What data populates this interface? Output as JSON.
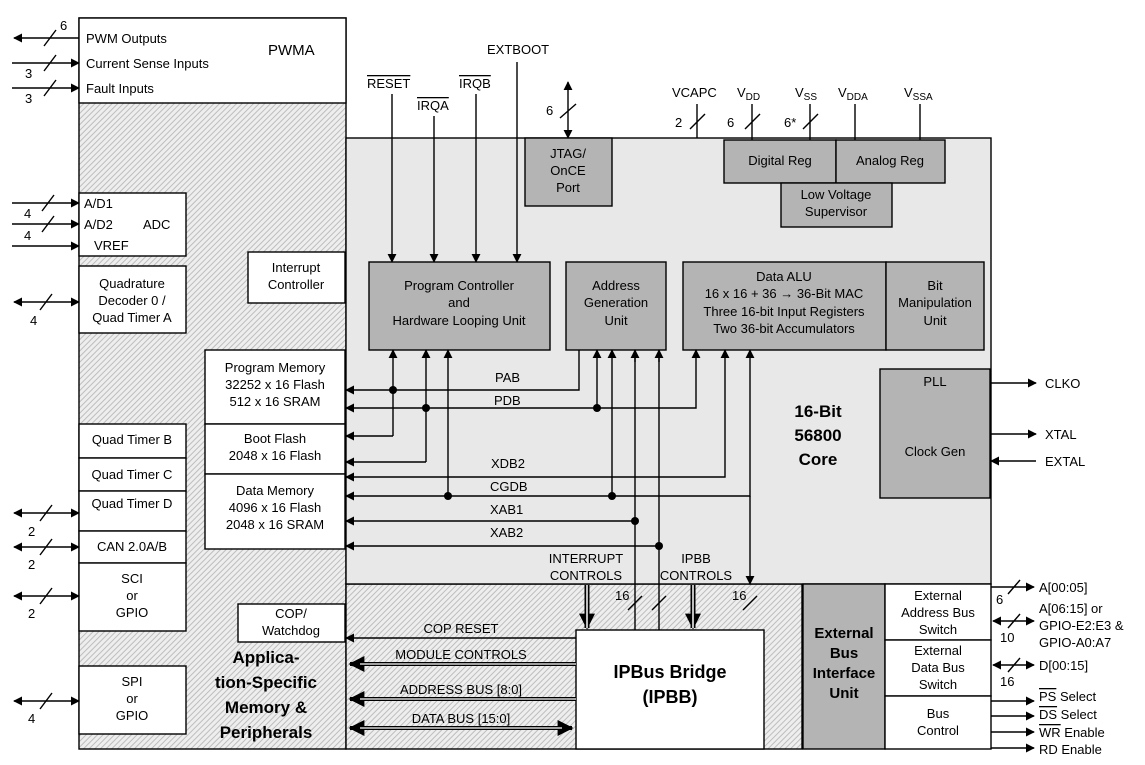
{
  "colors": {
    "core_bg": "#e8e8e8",
    "block_gray": "#b4b4b4",
    "white": "#ffffff",
    "ext_bus_gray": "#b4b4b4",
    "hatch": "#c6c6c6",
    "line": "#000000"
  },
  "pwma": {
    "title": "PWMA",
    "outputs": "PWM Outputs",
    "current_sense": "Current Sense Inputs",
    "fault": "Fault Inputs",
    "n_outputs": "6",
    "n_current": "3",
    "n_fault": "3"
  },
  "adc": {
    "title": "ADC",
    "ad1": "A/D1",
    "ad2": "A/D2",
    "vref": "VREF",
    "n_ad1": "4",
    "n_ad2": "4"
  },
  "quad_dec": {
    "line1": "Quadrature",
    "line2": "Decoder 0 /",
    "line3": "Quad Timer A",
    "n": "4"
  },
  "interrupt_ctrl": {
    "line1": "Interrupt",
    "line2": "Controller"
  },
  "prog_mem": {
    "line1": "Program Memory",
    "line2": "32252 x 16 Flash",
    "line3": "512 x 16 SRAM"
  },
  "boot_flash": {
    "line1": "Boot Flash",
    "line2": "2048 x 16 Flash"
  },
  "data_mem": {
    "line1": "Data Memory",
    "line2": "4096 x 16 Flash",
    "line3": "2048 x 16 SRAM"
  },
  "quad_b": "Quad Timer B",
  "quad_c": "Quad Timer C",
  "quad_d": {
    "label": "Quad Timer D",
    "n": "2"
  },
  "can": {
    "label": "CAN 2.0A/B",
    "n": "2"
  },
  "sci": {
    "line1": "SCI",
    "line2": "or",
    "line3": "GPIO",
    "n": "2"
  },
  "spi": {
    "line1": "SPI",
    "line2": "or",
    "line3": "GPIO",
    "n": "4"
  },
  "cop": {
    "line1": "COP/",
    "line2": "Watchdog"
  },
  "app_specific": {
    "line1": "Applica-",
    "line2": "tion-Specific",
    "line3": "Memory &",
    "line4": "Peripherals"
  },
  "top_signals": {
    "reset": "RESET",
    "irqa": "IRQA",
    "irqb": "IRQB",
    "extboot": "EXTBOOT",
    "jtag_n": "6"
  },
  "jtag": {
    "line1": "JTAG/",
    "line2": "OnCE",
    "line3": "Port"
  },
  "power": {
    "vcapc": "VCAPC",
    "vcapc_n": "2",
    "vdd": "V",
    "vdd_sub": "DD",
    "vdd_n": "6",
    "vss": "V",
    "vss_sub": "SS",
    "vss_n": "6*",
    "vdda": "V",
    "vdda_sub": "DDA",
    "vssa": "V",
    "vssa_sub": "SSA"
  },
  "digital_reg": "Digital Reg",
  "analog_reg": "Analog Reg",
  "lvs": {
    "line1": "Low Voltage",
    "line2": "Supervisor"
  },
  "prog_ctrl": {
    "line1": "Program Controller",
    "line2": "and",
    "line3": "Hardware Looping Unit"
  },
  "agu": {
    "line1": "Address",
    "line2": "Generation",
    "line3": "Unit"
  },
  "alu": {
    "line1": "Data ALU",
    "line2": "16 x 16 + 36 → 36-Bit MAC",
    "line3": "Three 16-bit Input Registers",
    "line4": "Two 36-bit Accumulators"
  },
  "bmu": {
    "line1": "Bit",
    "line2": "Manipulation",
    "line3": "Unit"
  },
  "core": {
    "line1": "16-Bit",
    "line2": "56800",
    "line3": "Core"
  },
  "pll": {
    "title": "PLL",
    "label": "Clock Gen",
    "clko": "CLKO",
    "xtal": "XTAL",
    "extal": "EXTAL"
  },
  "buses": {
    "pab": "PAB",
    "pdb": "PDB",
    "xdb2": "XDB2",
    "cgdb": "CGDB",
    "xab1": "XAB1",
    "xab2": "XAB2"
  },
  "ipbb_ctrl": {
    "int1": "INTERRUPT",
    "int2": "CONTROLS",
    "ipbb1": "IPBB",
    "ipbb2": "CONTROLS",
    "n1": "16",
    "n2": "16"
  },
  "ipbus": {
    "line1": "IPBus Bridge",
    "line2": "(IPBB)"
  },
  "periph_signals": {
    "cop_reset": "COP RESET",
    "module_controls": "MODULE CONTROLS",
    "address_bus": "ADDRESS BUS [8:0]",
    "data_bus": "DATA BUS [15:0]"
  },
  "ebiu": {
    "line1": "External",
    "line2": "Bus",
    "line3": "Interface",
    "line4": "Unit"
  },
  "ext_addr_sw": {
    "line1": "External",
    "line2": "Address Bus",
    "line3": "Switch"
  },
  "ext_data_sw": {
    "line1": "External",
    "line2": "Data Bus",
    "line3": "Switch"
  },
  "bus_ctrl": {
    "line1": "Bus",
    "line2": "Control"
  },
  "ext_pins": {
    "a0005": "A[00:05]",
    "a0005_n": "6",
    "a0615": "A[06:15] or",
    "gpio_e": "GPIO-E2:E3 &",
    "gpio_a": "GPIO-A0:A7",
    "a0615_n": "10",
    "d": "D[00:15]",
    "d_n": "16",
    "ps": "PS",
    "ps_rest": " Select",
    "ds": "DS",
    "ds_rest": " Select",
    "wr": "WR",
    "wr_rest": " Enable",
    "rd": "RD Enable"
  }
}
